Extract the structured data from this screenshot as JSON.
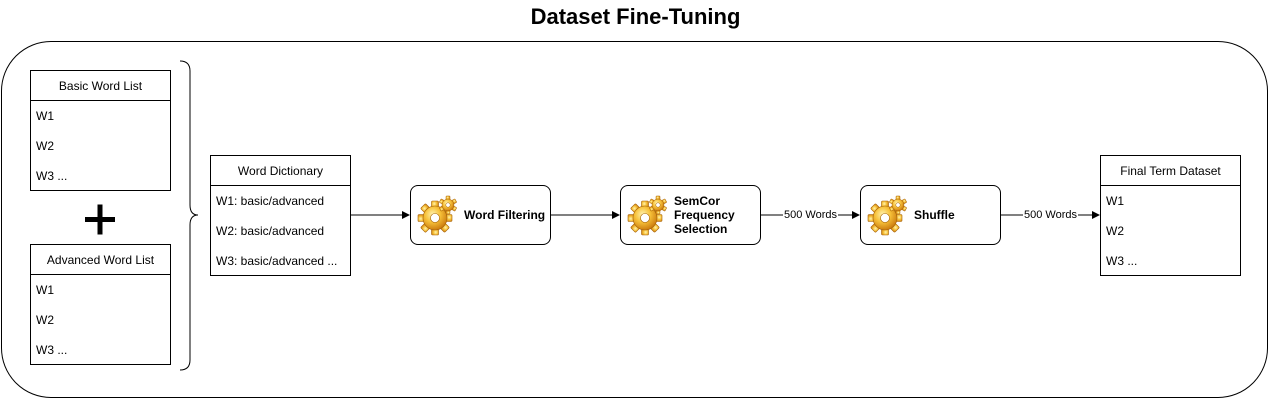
{
  "title": "Dataset Fine-Tuning",
  "basic_list": {
    "header": "Basic Word List",
    "items": [
      "W1",
      "W2",
      "W3 ..."
    ]
  },
  "advanced_list": {
    "header": "Advanced Word List",
    "items": [
      "W1",
      "W2",
      "W3 ..."
    ]
  },
  "plus_symbol": "+",
  "dictionary": {
    "header": "Word Dictionary",
    "items": [
      "W1: basic/advanced",
      "W2: basic/advanced",
      "W3: basic/advanced ..."
    ]
  },
  "processes": {
    "word_filtering": "Word Filtering",
    "semcor": [
      "SemCor",
      "Frequency",
      "Selection"
    ],
    "shuffle": "Shuffle"
  },
  "edge_labels": {
    "semcor_to_shuffle": "500 Words",
    "shuffle_to_final": "500 Words"
  },
  "final_dataset": {
    "header": "Final Term Dataset",
    "items": [
      "W1",
      "W2",
      "W3 ..."
    ]
  },
  "icons": {
    "process": "gear-icon"
  },
  "colors": {
    "gear": "#f5a623",
    "stroke": "#000000"
  }
}
